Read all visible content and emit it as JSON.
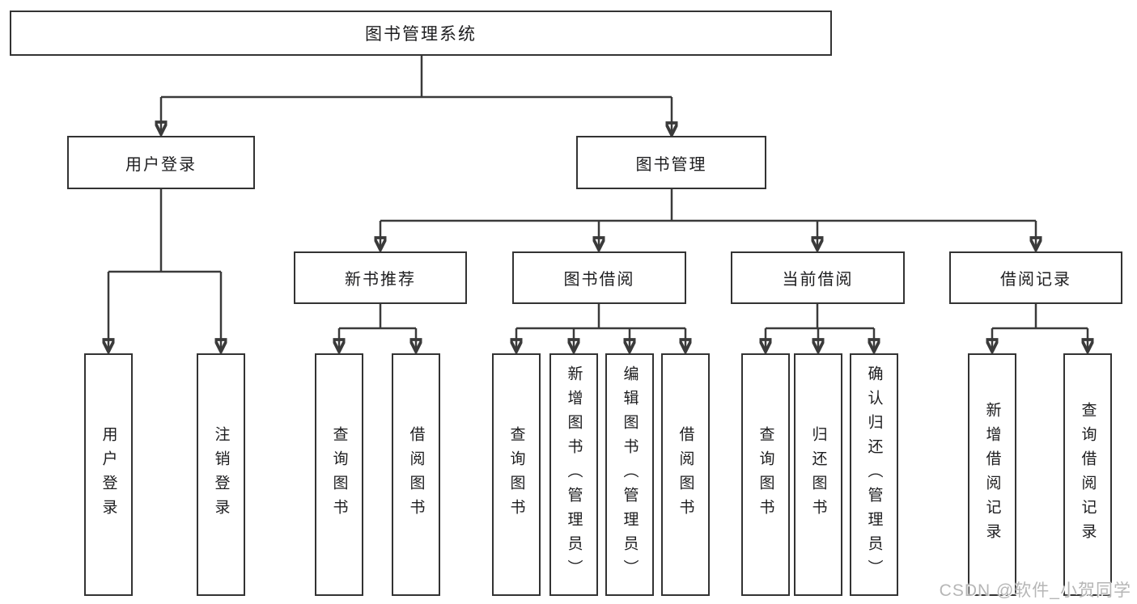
{
  "diagram": {
    "root": {
      "label": "图书管理系统"
    },
    "children": [
      {
        "label": "用户登录",
        "children": [
          {
            "label": "用户登录"
          },
          {
            "label": "注销登录"
          }
        ]
      },
      {
        "label": "图书管理",
        "children": [
          {
            "label": "新书推荐",
            "children": [
              {
                "label": "查询图书"
              },
              {
                "label": "借阅图书"
              }
            ]
          },
          {
            "label": "图书借阅",
            "children": [
              {
                "label": "查询图书"
              },
              {
                "label": "新增图书（管理员）"
              },
              {
                "label": "编辑图书（管理员）"
              },
              {
                "label": "借阅图书"
              }
            ]
          },
          {
            "label": "当前借阅",
            "children": [
              {
                "label": "查询图书"
              },
              {
                "label": "归还图书"
              },
              {
                "label": "确认归还（管理员）"
              }
            ]
          },
          {
            "label": "借阅记录",
            "children": [
              {
                "label": "新增借阅记录"
              },
              {
                "label": "查询借阅记录"
              }
            ]
          }
        ]
      }
    ]
  },
  "colors": {
    "line": "#3a3a3a",
    "border": "#333333",
    "box_fill": "#ffffff",
    "text": "#1d1d1f",
    "watermark": "#b6b6b6"
  },
  "watermark": {
    "text": "CSDN @软件_小贺同学"
  }
}
